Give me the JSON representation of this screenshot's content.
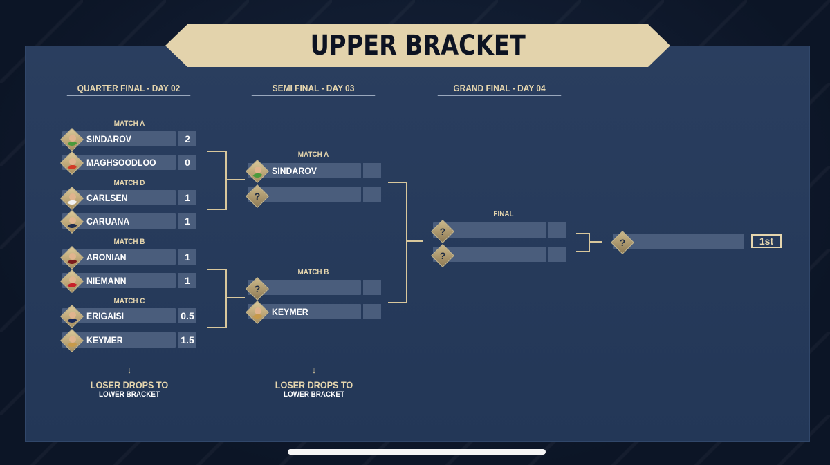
{
  "banner": {
    "title": "UPPER BRACKET"
  },
  "stages": {
    "quarter": "QUARTER FINAL - DAY 02",
    "semi": "SEMI FINAL - DAY 03",
    "grand": "GRAND FINAL - DAY 04"
  },
  "quarter_final": {
    "match_a": {
      "label": "MATCH A",
      "p1": {
        "name": "SINDAROV",
        "score": "2"
      },
      "p2": {
        "name": "MAGHSOODLOO",
        "score": "0"
      }
    },
    "match_d": {
      "label": "MATCH D",
      "p1": {
        "name": "CARLSEN",
        "score": "1"
      },
      "p2": {
        "name": "CARUANA",
        "score": "1"
      }
    },
    "match_b": {
      "label": "MATCH B",
      "p1": {
        "name": "ARONIAN",
        "score": "1"
      },
      "p2": {
        "name": "NIEMANN",
        "score": "1"
      }
    },
    "match_c": {
      "label": "MATCH C",
      "p1": {
        "name": "ERIGAISI",
        "score": "0.5"
      },
      "p2": {
        "name": "KEYMER",
        "score": "1.5"
      }
    }
  },
  "semi_final": {
    "match_a": {
      "label": "MATCH A",
      "p1": {
        "name": "SINDAROV"
      },
      "p2": {
        "name": ""
      }
    },
    "match_b": {
      "label": "MATCH B",
      "p1": {
        "name": ""
      },
      "p2": {
        "name": "KEYMER"
      }
    }
  },
  "grand_final": {
    "label": "FINAL",
    "placeholder": "?",
    "winner_place": "1st"
  },
  "loser_note": {
    "line1": "LOSER DROPS TO",
    "line2": "LOWER BRACKET",
    "arrow": "↓"
  },
  "colors": {
    "gold": "#e3d3ac",
    "panel": "#2a3e5f",
    "bar": "#4a5d7c",
    "background": "#101b30"
  }
}
